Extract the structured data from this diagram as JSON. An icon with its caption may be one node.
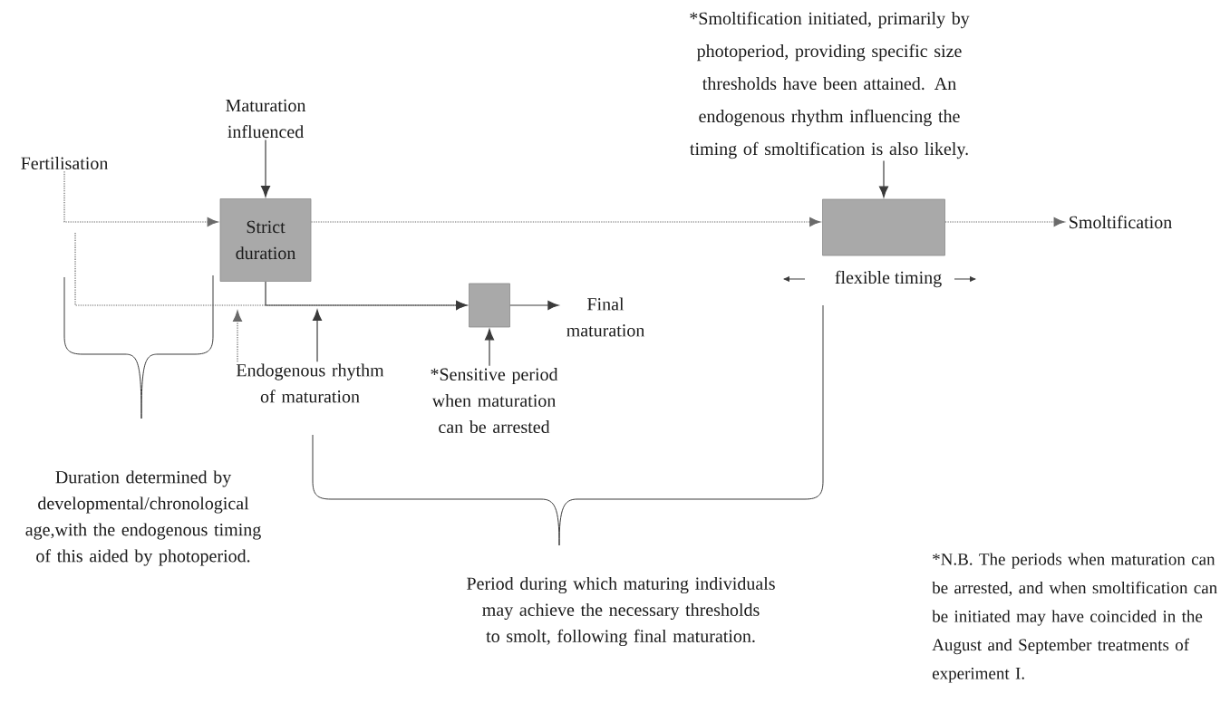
{
  "diagram": {
    "nodes": [
      {
        "text": [
          "Fertilisation"
        ]
      },
      {
        "text": [
          "Maturation influenced"
        ]
      },
      {
        "text": [
          "Strict duration"
        ]
      },
      {
        "text": [],
        "shape": "box"
      },
      {
        "text": [
          "Final maturation"
        ]
      },
      {
        "text": [
          "Endogenous rhythm of maturation"
        ]
      },
      {
        "text": [
          "*Sensitive period when maturation can be arrested"
        ]
      },
      {
        "text": [],
        "shape": "box",
        "beside": [
          "flexible timing"
        ]
      },
      {
        "text": [
          "Smoltification"
        ]
      },
      {
        "text": [
          "*Smoltification initiated, primarily by photoperiod, providing specific size thresholds have been attained. An endogenous rhythm influencing the timing of smoltification is also likely."
        ]
      }
    ],
    "edges": [
      {
        "from": 0,
        "to": 2,
        "arrow": "to",
        "style": "dashed"
      },
      {
        "from": 1,
        "to": 2,
        "arrow": "to"
      },
      {
        "from": 2,
        "to": 7,
        "arrow": "to",
        "style": "dashed"
      },
      {
        "from": 7,
        "to": 8,
        "arrow": "to",
        "style": "dashed"
      },
      {
        "from": 2,
        "to": 3,
        "arrow": "to"
      },
      {
        "from": null,
        "to": 3,
        "arrow": "to",
        "style": "dashed"
      },
      {
        "from": 3,
        "to": 4,
        "arrow": "to"
      },
      {
        "from": 5,
        "to": null,
        "arrow": "to",
        "style": "dashed"
      },
      {
        "from": 5,
        "to": null,
        "arrow": "to"
      },
      {
        "from": 6,
        "to": 3,
        "arrow": "to"
      },
      {
        "from": 9,
        "to": 7,
        "arrow": "to"
      }
    ],
    "labels": [
      "Duration determined by developmental/chronological age,with the endogenous timing of this aided by photoperiod.",
      "Period during which maturing individuals may achieve the necessary thresholds to smolt, following final maturation.",
      "*N.B. The periods when maturation can be arrested, and when smoltification can be initiated may have coincided in the August and September treatments of experiment I."
    ]
  }
}
